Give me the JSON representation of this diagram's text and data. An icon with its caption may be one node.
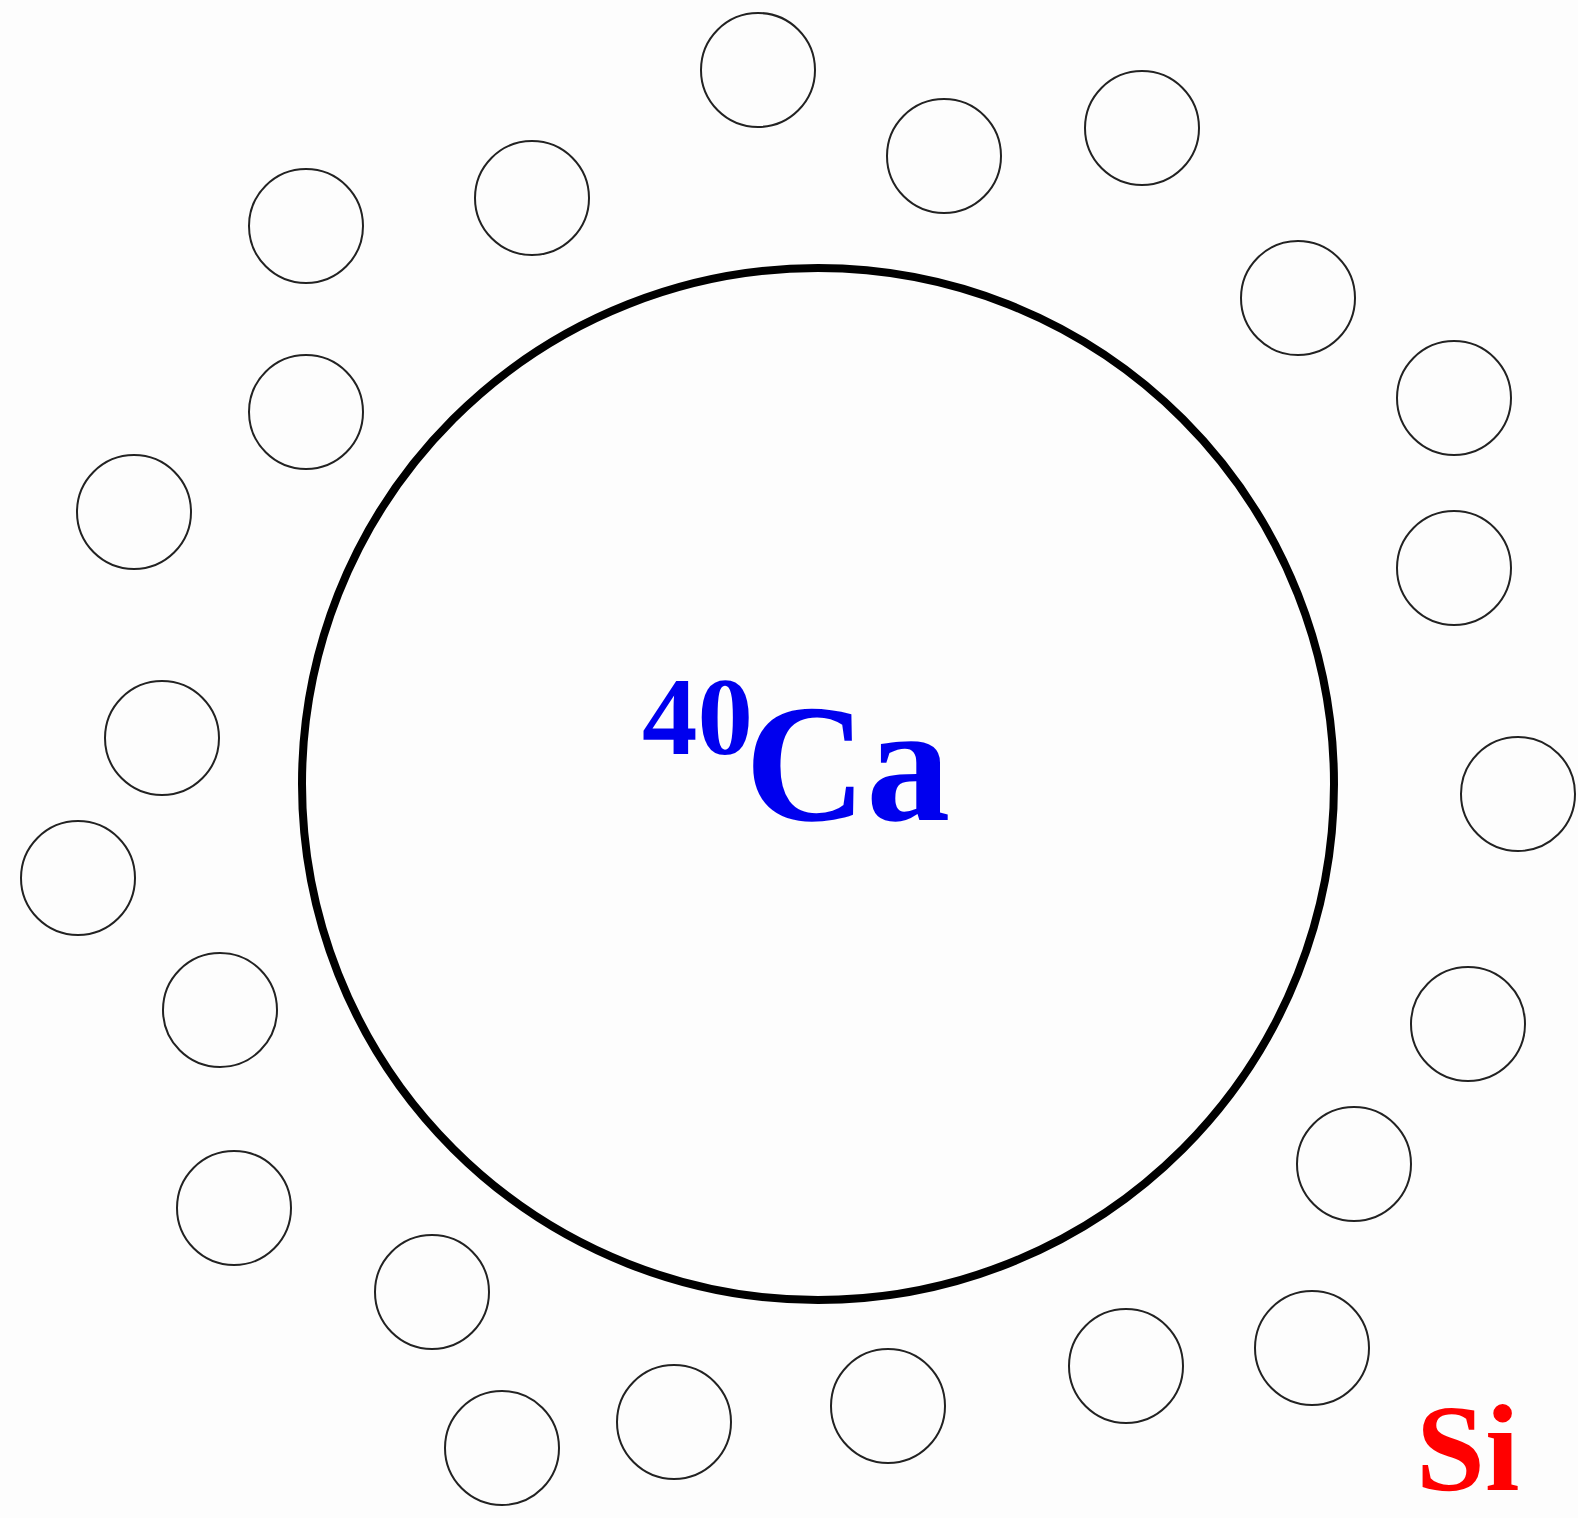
{
  "diagram": {
    "nodes": [
      {
        "text": [
          "$^{40}$Ca"
        ]
      },
      {
        "text": [],
        "shape": "circle"
      },
      {
        "text": [],
        "shape": "circle"
      },
      {
        "text": [],
        "shape": "circle"
      },
      {
        "text": [],
        "shape": "circle"
      },
      {
        "text": [],
        "shape": "circle"
      },
      {
        "text": [],
        "shape": "circle"
      },
      {
        "text": [],
        "shape": "circle"
      },
      {
        "text": [],
        "shape": "circle"
      },
      {
        "text": [],
        "shape": "circle"
      },
      {
        "text": [],
        "shape": "circle"
      },
      {
        "text": [],
        "shape": "circle"
      },
      {
        "text": [],
        "shape": "circle"
      },
      {
        "text": [],
        "shape": "circle"
      },
      {
        "text": [],
        "shape": "circle"
      },
      {
        "text": [],
        "shape": "circle"
      },
      {
        "text": [],
        "shape": "circle"
      },
      {
        "text": [],
        "shape": "circle"
      },
      {
        "text": [],
        "shape": "circle"
      },
      {
        "text": [],
        "shape": "circle"
      },
      {
        "text": [],
        "shape": "circle"
      },
      {
        "text": [],
        "shape": "circle"
      },
      {
        "text": [],
        "shape": "circle"
      },
      {
        "text": [],
        "shape": "circle"
      }
    ],
    "labels": [
      "Si"
    ]
  }
}
